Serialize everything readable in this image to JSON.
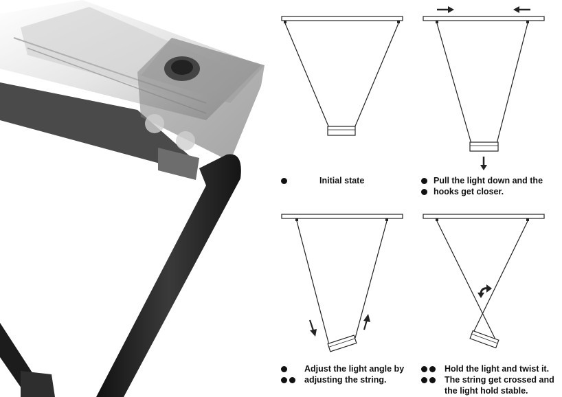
{
  "panels": [
    {
      "id": "p1",
      "caption_lines": [
        "Initial state"
      ]
    },
    {
      "id": "p2",
      "caption_lines": [
        "Pull the light down and the",
        "hooks get closer."
      ]
    },
    {
      "id": "p3",
      "caption_lines": [
        "Adjust the light angle by",
        "adjusting the string."
      ]
    },
    {
      "id": "p4",
      "caption_lines": [
        "Hold the light and twist it.",
        "The string get crossed and",
        "the light hold stable."
      ]
    }
  ],
  "colors": {
    "ink": "#222222",
    "arrow": "#333333",
    "photo_dark": "#1f1f1f",
    "photo_light": "#d9d9d9"
  },
  "icons": [
    "bullet-dot-icon",
    "arrow-right-icon",
    "arrow-left-icon",
    "arrow-down-icon",
    "arrow-up-icon",
    "twist-arrow-icon"
  ]
}
